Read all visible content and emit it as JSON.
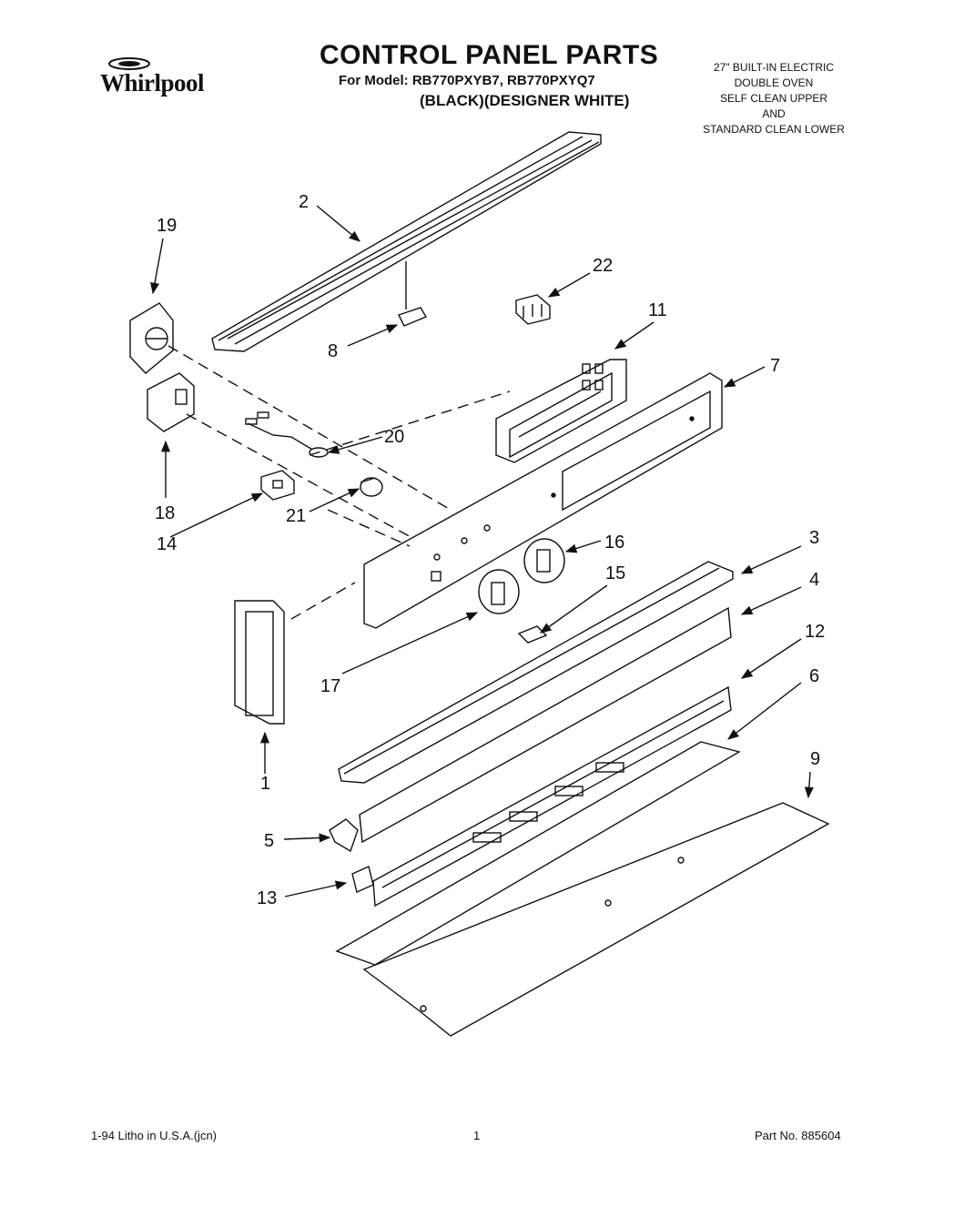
{
  "brand": {
    "name": "Whirlpool"
  },
  "header": {
    "title": "CONTROL PANEL PARTS",
    "model_line": "For Model: RB770PXYB7, RB770PXYQ7",
    "variant_line": "(BLACK)(DESIGNER WHITE)",
    "description": [
      "27\" BUILT-IN ELECTRIC",
      "DOUBLE OVEN",
      "SELF CLEAN UPPER",
      "AND",
      "STANDARD CLEAN LOWER"
    ]
  },
  "callouts": [
    "1",
    "2",
    "3",
    "4",
    "5",
    "6",
    "7",
    "8",
    "9",
    "11",
    "12",
    "13",
    "14",
    "15",
    "16",
    "17",
    "18",
    "19",
    "20",
    "21",
    "22"
  ],
  "footer": {
    "litho": "1-94 Litho in U.S.A.(jcn)",
    "page": "1",
    "part_no": "Part No. 885604"
  }
}
